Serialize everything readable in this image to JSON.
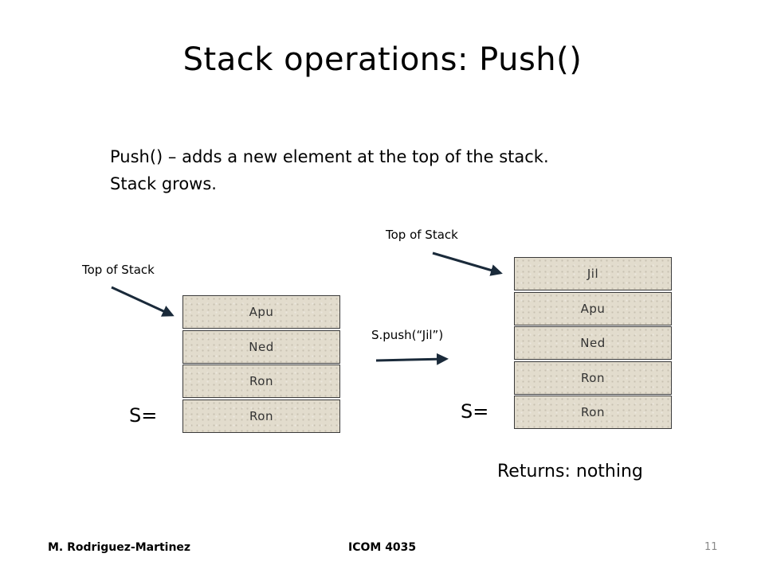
{
  "title": "Stack operations: Push()",
  "description": {
    "line1": "Push() – adds a new element at the top of the stack.",
    "line2": "Stack grows."
  },
  "left_stack": {
    "top_label": "Top of Stack",
    "s_label": "S=",
    "cells": [
      "Apu",
      "Ned",
      "Ron",
      "Ron"
    ]
  },
  "operation_label": "S.push(“Jil”)",
  "right_stack": {
    "top_label": "Top of Stack",
    "s_label": "S=",
    "cells": [
      "Jil",
      "Apu",
      "Ned",
      "Ron",
      "Ron"
    ]
  },
  "returns_text": "Returns: nothing",
  "footer": {
    "author": "M. Rodriguez-Martinez",
    "course": "ICOM 4035",
    "page": "11"
  },
  "colors": {
    "cell_fill": "#e2dccd",
    "arrow": "#1a2a3a",
    "page_number": "#8a8a8a"
  }
}
